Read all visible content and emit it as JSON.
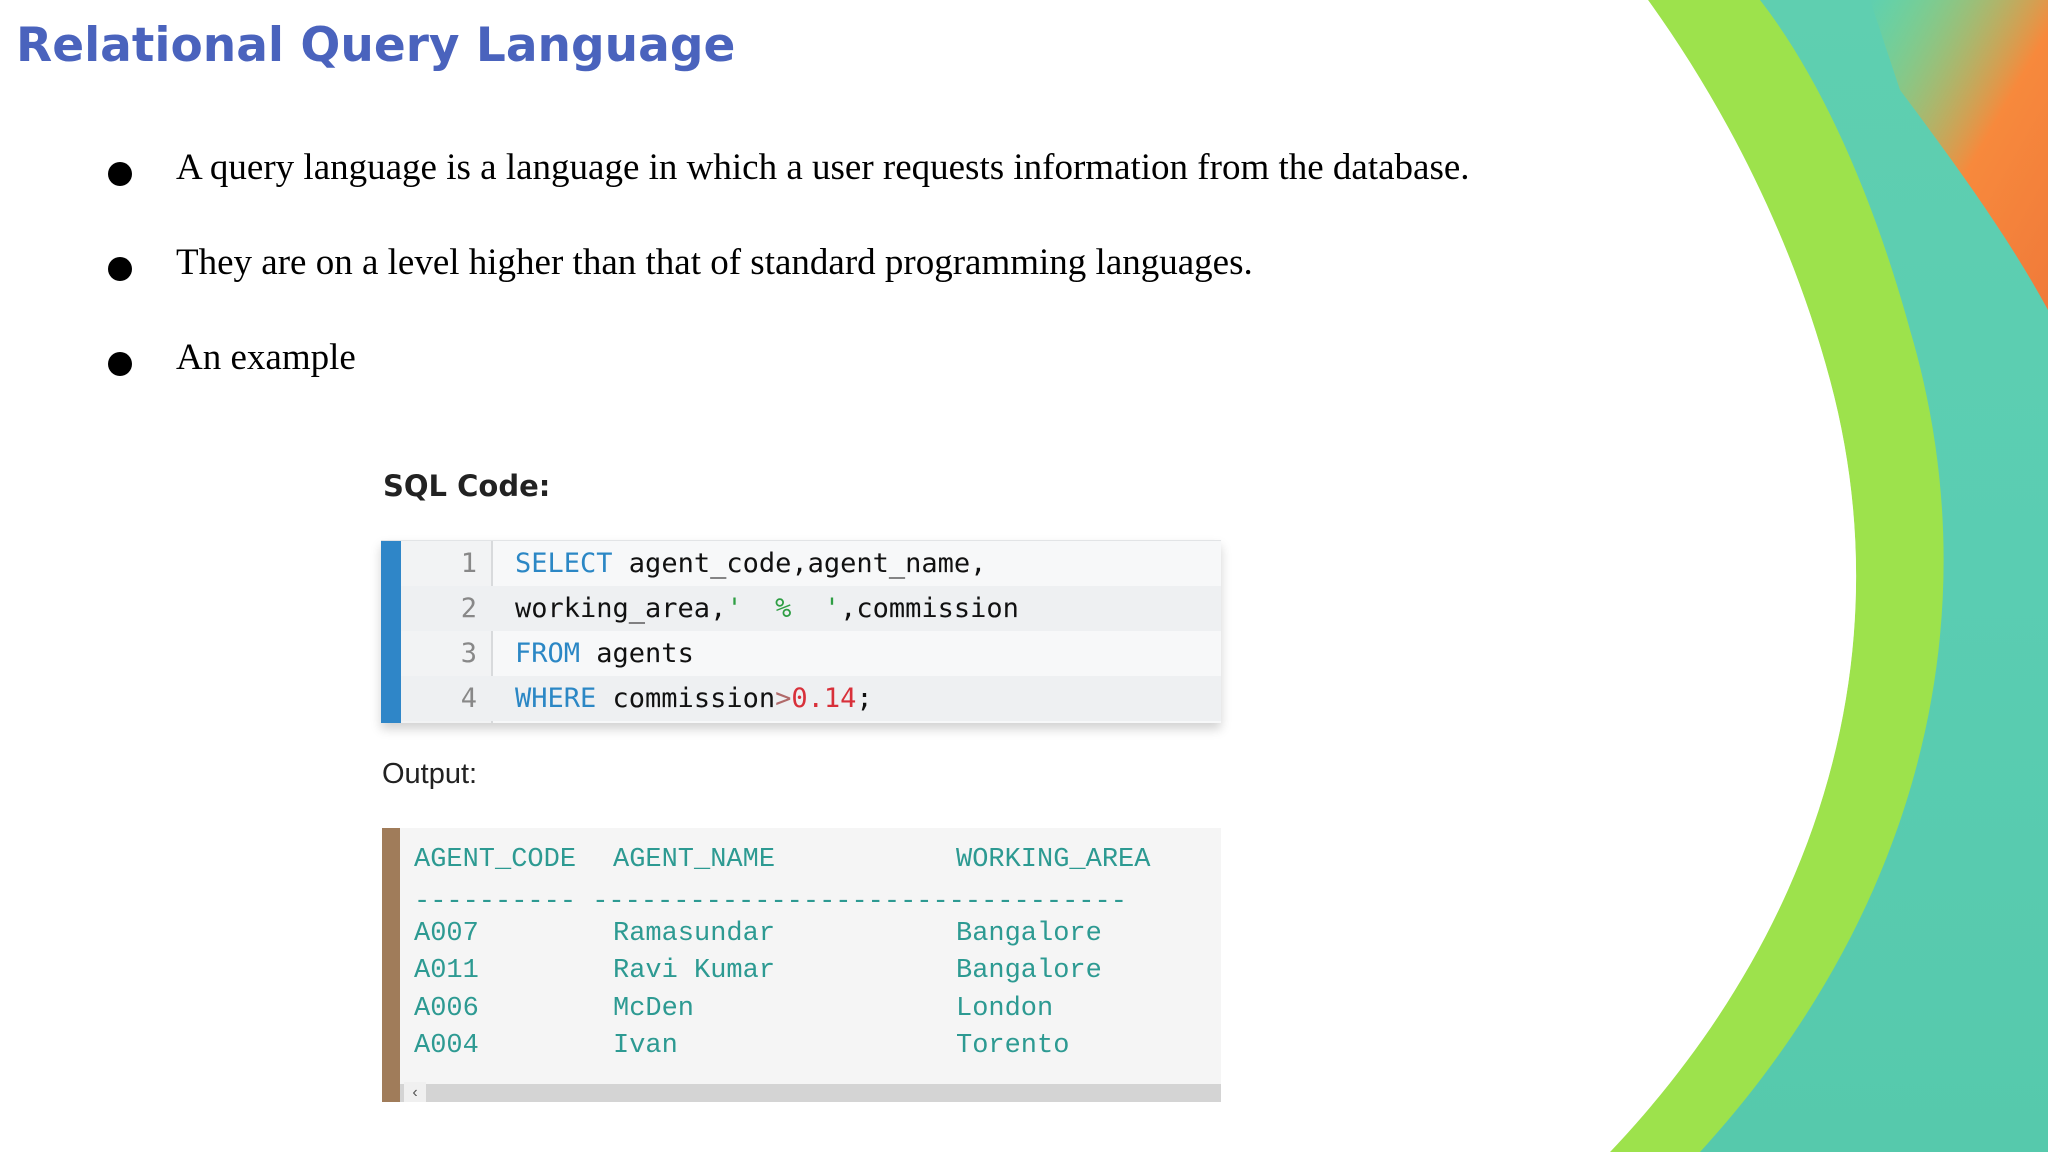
{
  "slide": {
    "title": "Relational Query Language",
    "bullets": [
      "A query language is a language in which a user requests information from the database.",
      "They are on a level higher than that of standard programming languages.",
      "An example"
    ]
  },
  "sql_section": {
    "label": "SQL Code:",
    "lines": [
      {
        "num": "1",
        "kw": "SELECT",
        "rest": " agent_code,agent_name,"
      },
      {
        "num": "2",
        "pre": "working_area,",
        "str": "'  %  '",
        "rest": ",commission"
      },
      {
        "num": "3",
        "kw": "FROM",
        "rest": " agents"
      },
      {
        "num": "4",
        "kw": "WHERE",
        "rest": " commission",
        "op": ">",
        "lit": "0.14",
        "end": ";"
      }
    ]
  },
  "output_section": {
    "label": "Output:",
    "columns": [
      "AGENT_CODE",
      "AGENT_NAME",
      "WORKING_AREA"
    ],
    "separator": "---------- ---------------------------------",
    "rows": [
      [
        "A007",
        "Ramasundar",
        "Bangalore"
      ],
      [
        "A011",
        "Ravi Kumar",
        "Bangalore"
      ],
      [
        "A006",
        "McDen",
        "London"
      ],
      [
        "A004",
        "Ivan",
        "Torento"
      ]
    ],
    "scroll_arrow": "‹"
  },
  "colors": {
    "title": "#4a63bd",
    "code_bar": "#2f86c8",
    "output_bar": "#a07c5a",
    "output_text": "#2d9a92",
    "deco_green": "#9be24a",
    "deco_teal": "#5ccfae",
    "deco_orange": "#f6843c"
  }
}
